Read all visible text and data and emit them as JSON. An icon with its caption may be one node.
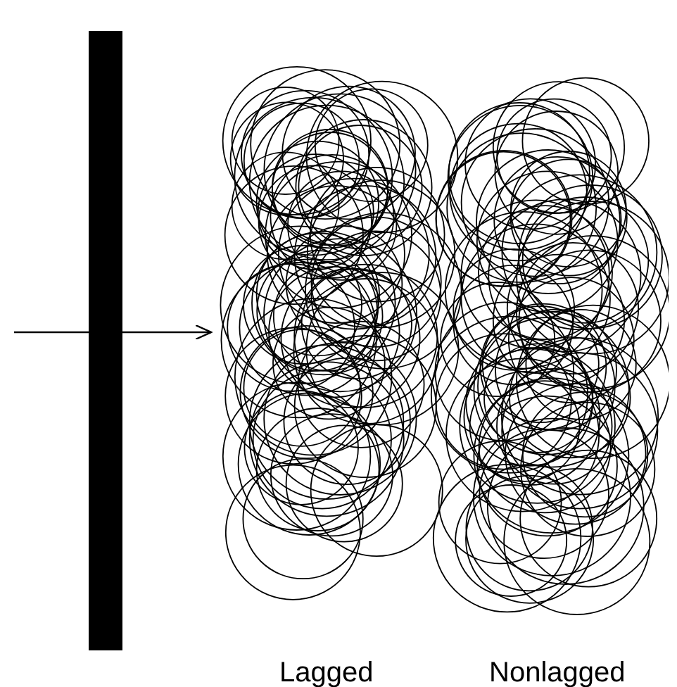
{
  "diagram": {
    "nodes": [
      {
        "text": [],
        "shape": "bar"
      },
      {
        "text": [],
        "shape": "picture"
      }
    ],
    "edges": [
      {
        "from": null,
        "to": 1,
        "arrow": "to"
      }
    ],
    "labels": [
      "Lagged",
      "Nonlagged"
    ]
  }
}
